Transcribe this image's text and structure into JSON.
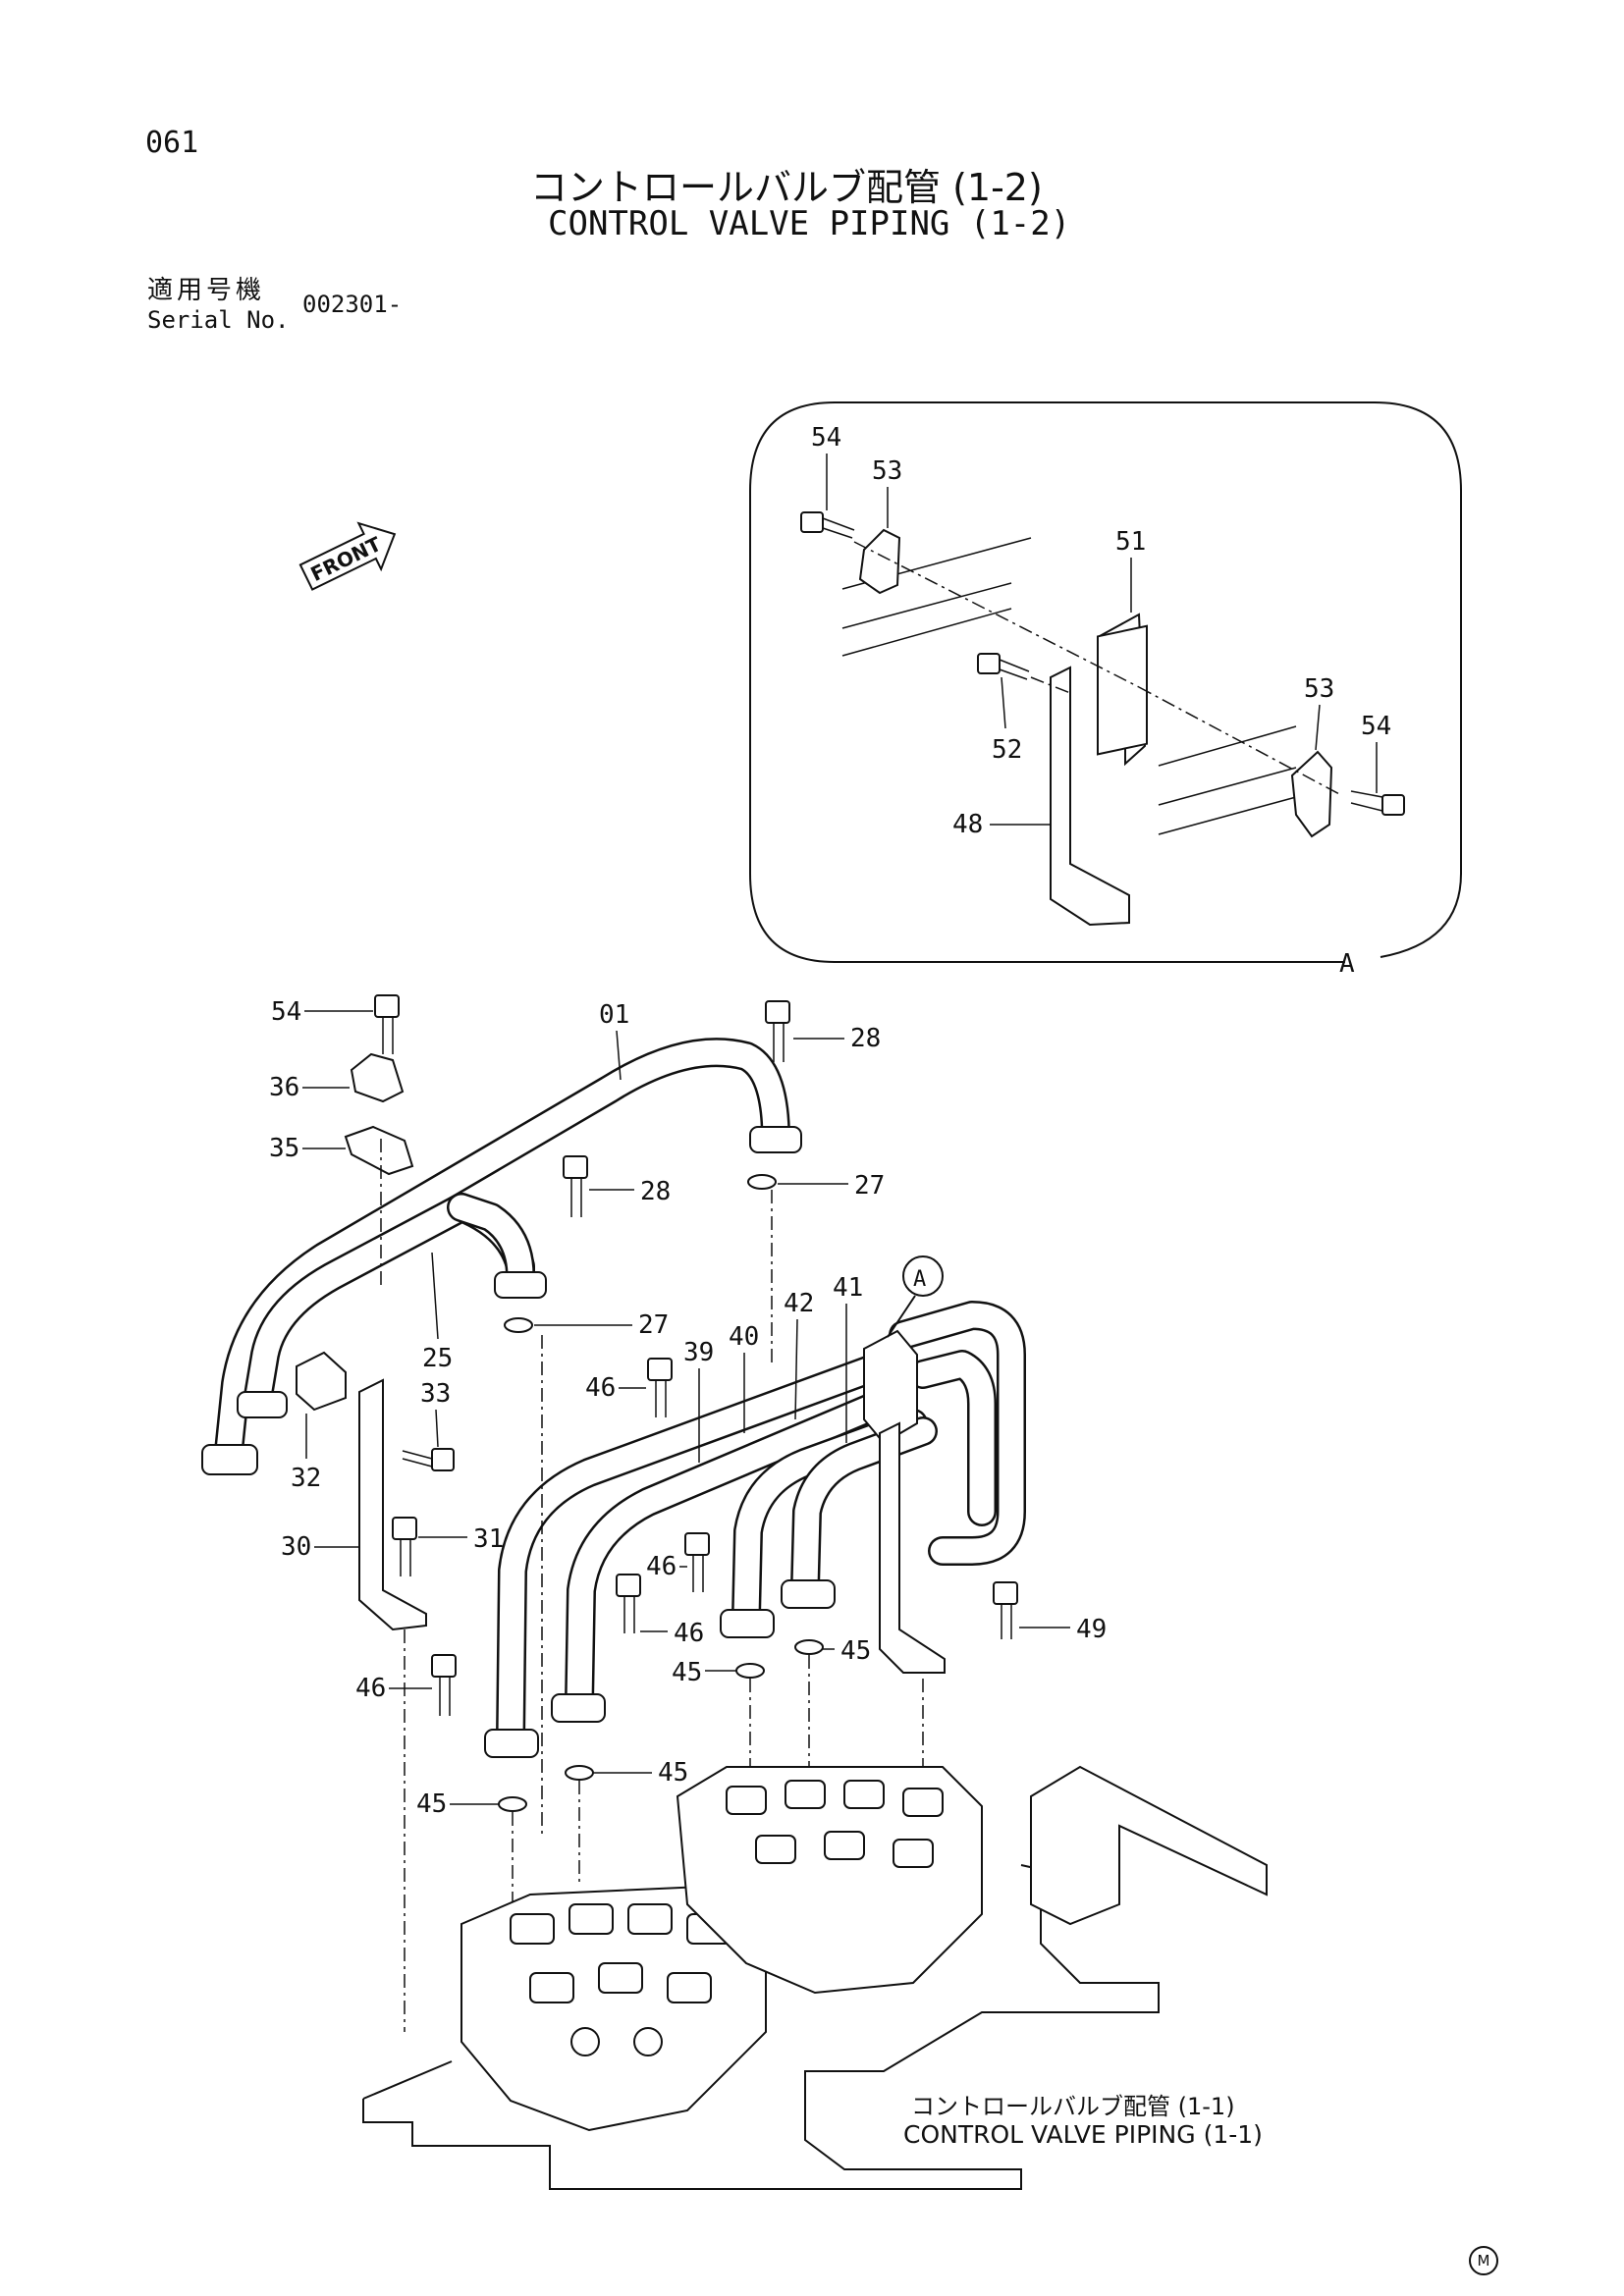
{
  "header": {
    "page_number": "061",
    "title_jp": "コントロールバルブ配管 (1-2)",
    "title_en": "CONTROL VALVE PIPING (1-2)",
    "serial_label_jp": "適用号機",
    "serial_label_en": "Serial No.",
    "serial_value": "002301-"
  },
  "diagram": {
    "front_marker": "FRONT",
    "detail_view_label": "A",
    "detail_callouts": [
      "54",
      "53",
      "51",
      "52",
      "53",
      "54",
      "48"
    ],
    "main_callouts": [
      "54",
      "01",
      "28",
      "36",
      "35",
      "27",
      "28",
      "27",
      "25",
      "A",
      "42",
      "41",
      "46",
      "39",
      "40",
      "33",
      "32",
      "31",
      "30",
      "46",
      "46",
      "49",
      "45",
      "45",
      "46",
      "45",
      "45"
    ],
    "reference_note_jp": "コントロールバルブ配管 (1-1)",
    "reference_note_en": "CONTROL VALVE PIPING (1-1)",
    "corner_mark": "M"
  }
}
